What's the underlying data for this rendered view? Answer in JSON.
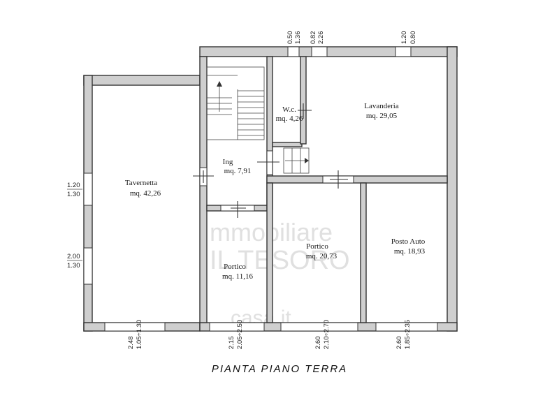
{
  "rooms": {
    "tavernetta": {
      "name": "Tavernetta",
      "area": "mq. 42,26"
    },
    "ing": {
      "name": "Ing",
      "area": "mq. 7,91"
    },
    "wc": {
      "name": "W.c.",
      "area": "mq. 4,26"
    },
    "lavanderia": {
      "name": "Lavanderia",
      "area": "mq. 29,05"
    },
    "portico_sx": {
      "name": "Portico",
      "area": "mq. 11,16"
    },
    "portico_c": {
      "name": "Portico",
      "area": "mq. 20,73"
    },
    "posto_auto": {
      "name": "Posto Auto",
      "area": "mq. 18,93"
    }
  },
  "dimensions": {
    "top_wc_a": "0.50",
    "top_wc_b": "1.36",
    "top_lav_a": "0.82",
    "top_lav_b": "2.26",
    "top_right_a": "1.20",
    "top_right_b": "0.80",
    "left_a_top": "1.20",
    "left_a_bot": "1.30",
    "left_b_top": "2.00",
    "left_b_bot": "1.30",
    "bot_1_a": "2.48",
    "bot_1_b": "1.05÷1.30",
    "bot_2_a": "2.15",
    "bot_2_b": "2.05÷2.50",
    "bot_3_a": "2.60",
    "bot_3_b": "2.10÷2.70",
    "bot_4_a": "2.60",
    "bot_4_b": "1.85÷2.35"
  },
  "watermark": {
    "line1": "mmobiliare",
    "line2": "IL TESORO",
    "line3": "casa.it"
  },
  "caption": "PIANTA PIANO TERRA",
  "colors": {
    "wall_fill": "#cfcfcf",
    "ink": "#333333",
    "watermark": "#d3d3d3"
  }
}
